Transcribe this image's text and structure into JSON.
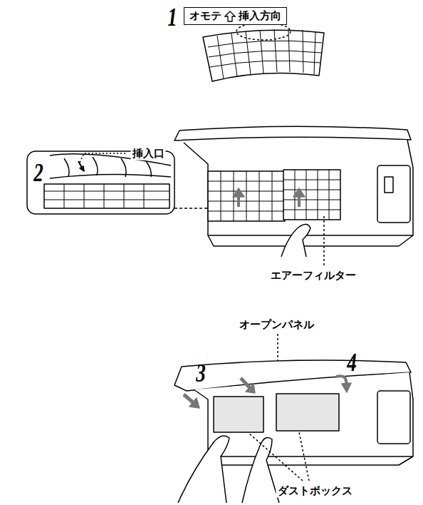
{
  "diagram": {
    "nodes": [
      {
        "text": [
          "オモテ",
          "挿入方向"
        ]
      }
    ],
    "edges": [],
    "labels": [
      "1",
      "挿入口",
      "2",
      "エアーフィルター",
      "オープンパネル",
      "3",
      "4",
      "ダストボックス"
    ]
  }
}
